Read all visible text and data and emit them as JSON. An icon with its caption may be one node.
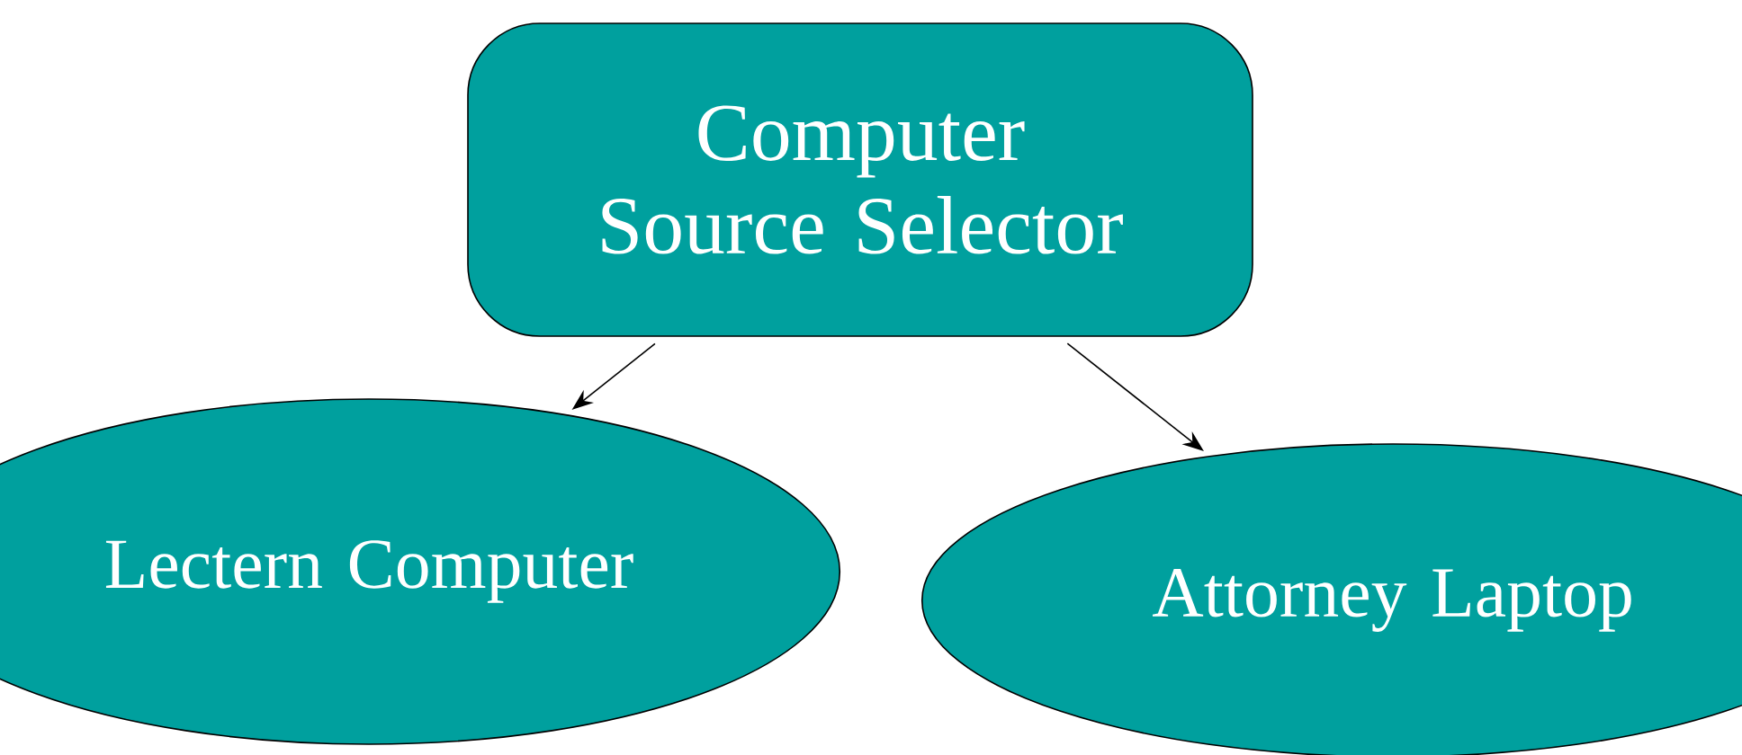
{
  "diagram": {
    "nodes": [
      {
        "text": [
          "Computer Source Selector"
        ]
      },
      {
        "text": [
          "Lectern Computer"
        ]
      },
      {
        "text": [
          "Attorney Laptop"
        ]
      }
    ],
    "edges": [
      {
        "from": 0,
        "to": 1,
        "arrow": "to"
      },
      {
        "from": 0,
        "to": 2,
        "arrow": "to"
      }
    ]
  }
}
